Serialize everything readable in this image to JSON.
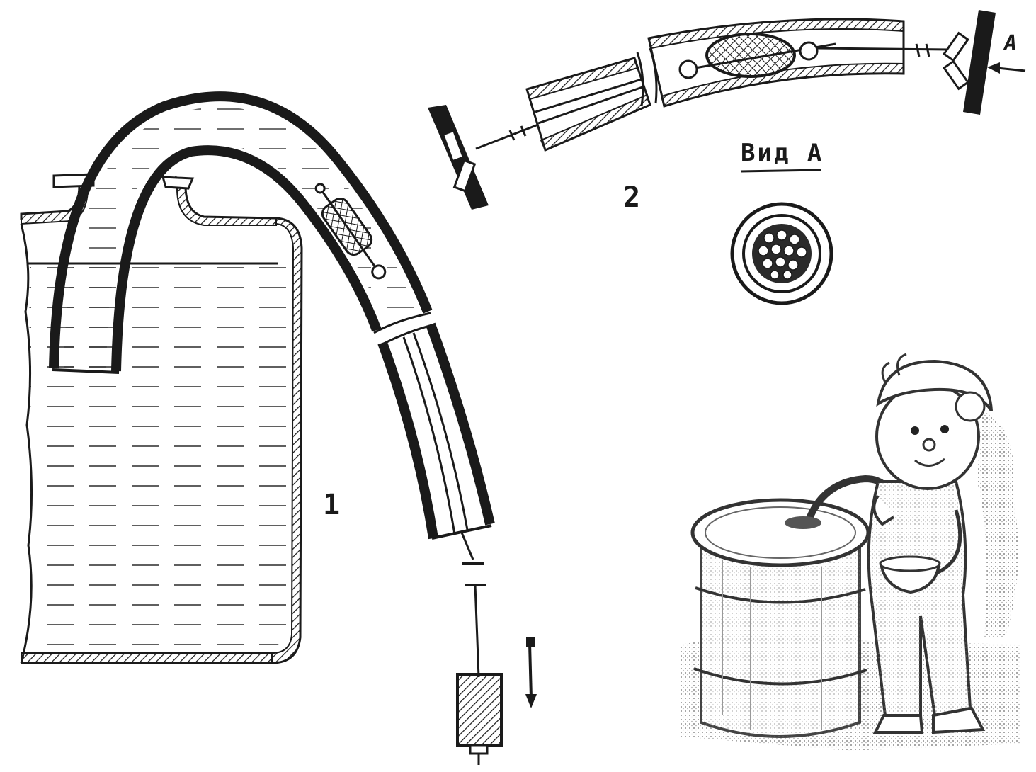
{
  "labels": {
    "fig1": "1",
    "fig2": "2",
    "view_title": "Вид А",
    "arrow_letter": "А"
  },
  "colors": {
    "ink": "#1a1a1a",
    "water_line": "#2a2a2a",
    "paper": "#ffffff",
    "shade": "#6a6a6a"
  },
  "figures": [
    {
      "id": "fig1",
      "depicts": "canister-with-siphon-hose-and-filter"
    },
    {
      "id": "fig2",
      "depicts": "siphon-hose-detail-with-filter-insert"
    },
    {
      "id": "view-a",
      "depicts": "filter-end-view"
    },
    {
      "id": "illustration",
      "depicts": "boy-with-barrel-and-cup"
    }
  ]
}
